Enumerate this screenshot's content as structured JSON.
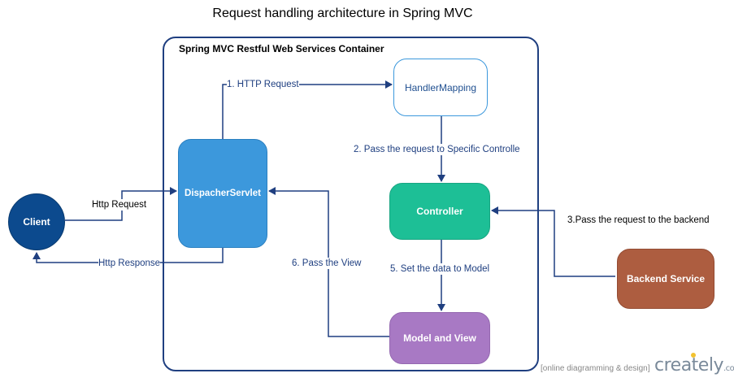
{
  "title": "Request handling architecture in Spring MVC",
  "container_title": "Spring MVC Restful Web Services Container",
  "nodes": {
    "client": "Client",
    "dispatcher": "DispacherServlet",
    "handler": "HandlerMapping",
    "controller": "Controller",
    "model_view": "Model and View",
    "backend": "Backend Service"
  },
  "edge_labels": {
    "http_request_client": "Http Request",
    "http_response_client": "Http Response",
    "step1": "1. HTTP Request",
    "step2": "2. Pass the request to Specific Controlle",
    "step3": "3.Pass the request to the backend",
    "step5": "5. Set the data to Model",
    "step6": "6. Pass the View"
  },
  "footer": {
    "tagline": "[online diagramming & design]",
    "brand": "creately",
    "brand_suffix": ".com"
  },
  "colors": {
    "edge": "#1f3f80",
    "client": "#0c4a8e",
    "dispatcher": "#3c98dc",
    "controller": "#1dbf96",
    "model_view": "#a879c4",
    "backend": "#ad5d40"
  }
}
